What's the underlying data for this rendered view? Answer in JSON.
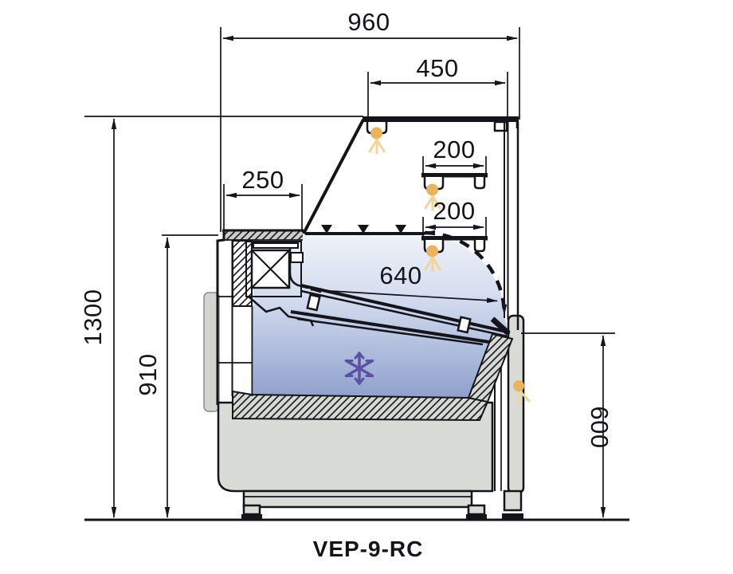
{
  "drawing": {
    "model": "VEP-9-RC",
    "type": "refrigerated-display-counter-cross-section",
    "dimensions": {
      "total_width": "960",
      "top_glass_width": "450",
      "upper_shelf_depth": "200",
      "lower_shelf_depth": "200",
      "back_counter_depth": "250",
      "deck_depth": "640",
      "total_height": "1300",
      "worktop_height": "910",
      "front_height": "600"
    },
    "icons": {
      "lamp": "lamp-icon",
      "snowflake": "snowflake-icon",
      "airflow_triangle": "airflow-marker"
    },
    "colors": {
      "line": "#14141a",
      "panel_gray": "#d9dbd6",
      "lamp_orange": "#eab45f",
      "lamp_rays": "#f2d49c",
      "snowflake_purple": "#5a51a3",
      "chamber_top": "#edf1f7",
      "chamber_bottom": "#8d9ecb"
    }
  }
}
